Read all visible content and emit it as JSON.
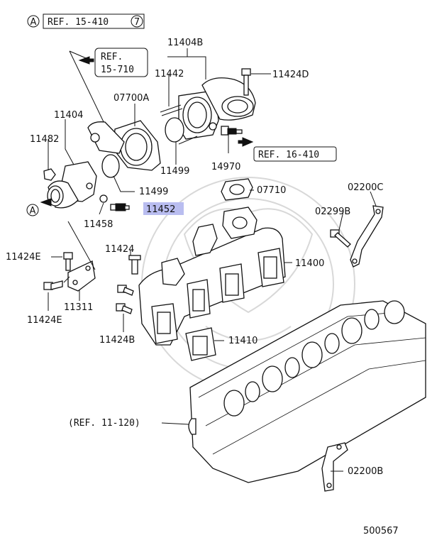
{
  "refs": {
    "a_top": "A",
    "a_top_text": "REF. 15-410",
    "a_top_num": "7",
    "r15710_line1": "REF.",
    "r15710_line2": "15-710",
    "r16410": "REF. 16-410",
    "r11120": "(REF. 11-120)",
    "a_left": "A"
  },
  "parts": {
    "p11404B": "11404B",
    "p11442": "11442",
    "p11424D": "11424D",
    "p07700A": "07700A",
    "p11404": "11404",
    "p11482": "11482",
    "p11499a": "11499",
    "p11499b": "11499",
    "p14970": "14970",
    "p07710": "07710",
    "p02200C": "02200C",
    "p11452": "11452",
    "p02299B": "02299B",
    "p11458": "11458",
    "p11424": "11424",
    "p11400": "11400",
    "p11424E_a": "11424E",
    "p11311": "11311",
    "p11424E_b": "11424E",
    "p11424B": "11424B",
    "p11410": "11410",
    "p02200B": "02200B"
  },
  "highlight_color": "#b9bdf0",
  "diagram_id": "500567"
}
